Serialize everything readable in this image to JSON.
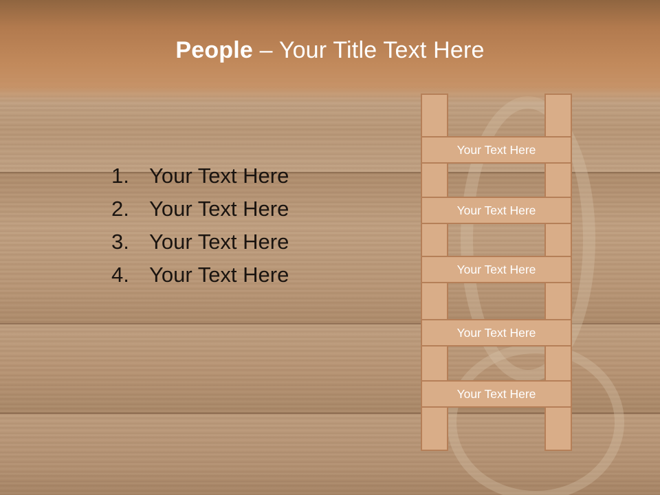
{
  "slide": {
    "title_bold": "People",
    "title_rest": " – Your Title Text Here",
    "list": [
      {
        "number": "1.",
        "text": "Your Text Here"
      },
      {
        "number": "2.",
        "text": "Your Text Here"
      },
      {
        "number": "3.",
        "text": "Your Text Here"
      },
      {
        "number": "4.",
        "text": "Your Text Here"
      }
    ],
    "ladder_rungs": [
      "Your Text Here",
      "Your Text Here",
      "Your Text Here",
      "Your Text Here",
      "Your Text Here"
    ]
  },
  "colors": {
    "title_band": "#c28a5c",
    "ladder_fill": "#d9ad88",
    "ladder_border": "#b57f58",
    "list_text": "#1a1410"
  }
}
